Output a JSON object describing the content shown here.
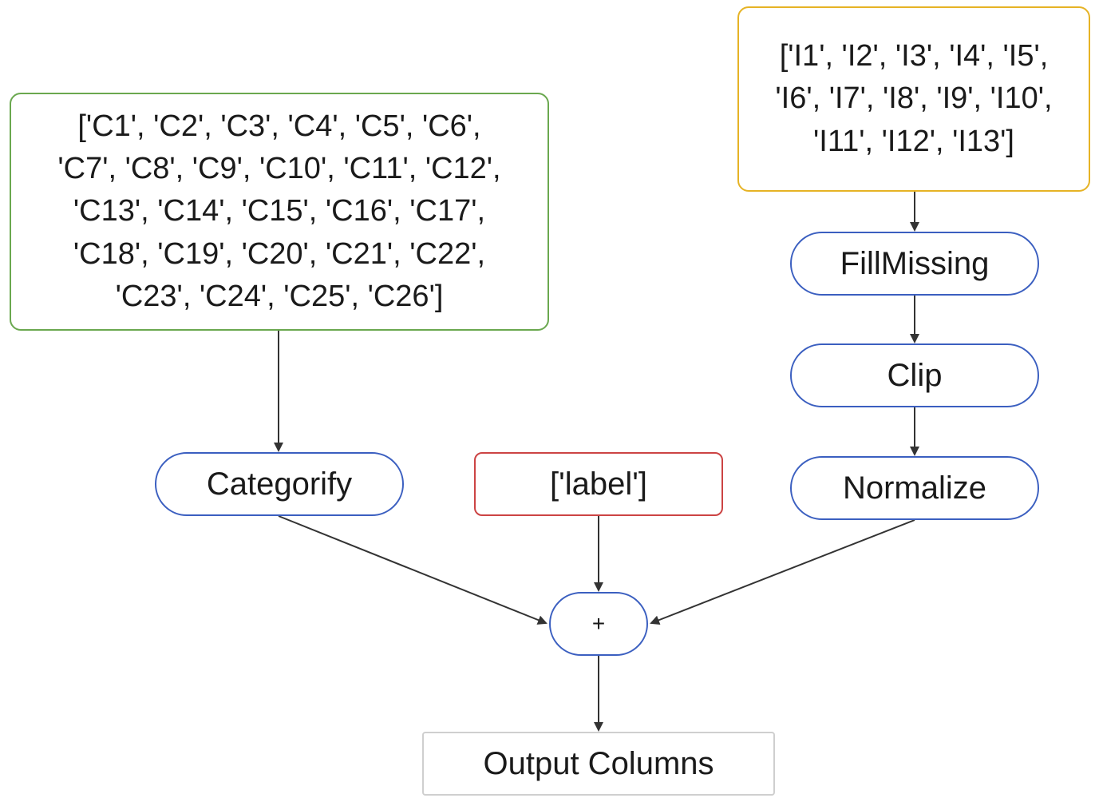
{
  "nodes": {
    "categorical_columns": "['C1', 'C2', 'C3', 'C4', 'C5', 'C6',\n'C7', 'C8', 'C9', 'C10', 'C11', 'C12',\n'C13', 'C14', 'C15', 'C16', 'C17',\n'C18', 'C19', 'C20', 'C21', 'C22',\n'C23', 'C24', 'C25', 'C26']",
    "integer_columns": "['I1', 'I2', 'I3', 'I4', 'I5',\n'I6', 'I7', 'I8', 'I9', 'I10',\n'I11', 'I12', 'I13']",
    "fillmissing": "FillMissing",
    "clip": "Clip",
    "normalize": "Normalize",
    "categorify": "Categorify",
    "label": "['label']",
    "combine": "+",
    "output": "Output Columns"
  },
  "colors": {
    "categorical_border": "#6aa84f",
    "integer_border": "#e6b325",
    "process_border": "#3b5fc0",
    "label_border": "#cc4444",
    "output_border": "#cfcfcf",
    "edge": "#333333"
  },
  "edges": [
    {
      "from": "categorical_columns",
      "to": "categorify"
    },
    {
      "from": "integer_columns",
      "to": "fillmissing"
    },
    {
      "from": "fillmissing",
      "to": "clip"
    },
    {
      "from": "clip",
      "to": "normalize"
    },
    {
      "from": "categorify",
      "to": "combine"
    },
    {
      "from": "label",
      "to": "combine"
    },
    {
      "from": "normalize",
      "to": "combine"
    },
    {
      "from": "combine",
      "to": "output"
    }
  ]
}
